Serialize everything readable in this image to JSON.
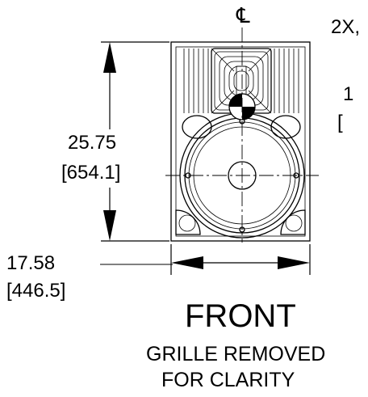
{
  "labels": {
    "centerline_symbol": "℄",
    "corner_note_1": "2X,",
    "corner_note_2": "1",
    "corner_note_3": "[",
    "height_in": "25.75",
    "height_mm": "[654.1]",
    "width_in": "17.58",
    "width_mm": "[446.5]",
    "view_title": "FRONT",
    "note_line_1": "GRILLE REMOVED",
    "note_line_2": "FOR CLARITY"
  },
  "colors": {
    "ink": "#000000",
    "paper": "#ffffff"
  }
}
